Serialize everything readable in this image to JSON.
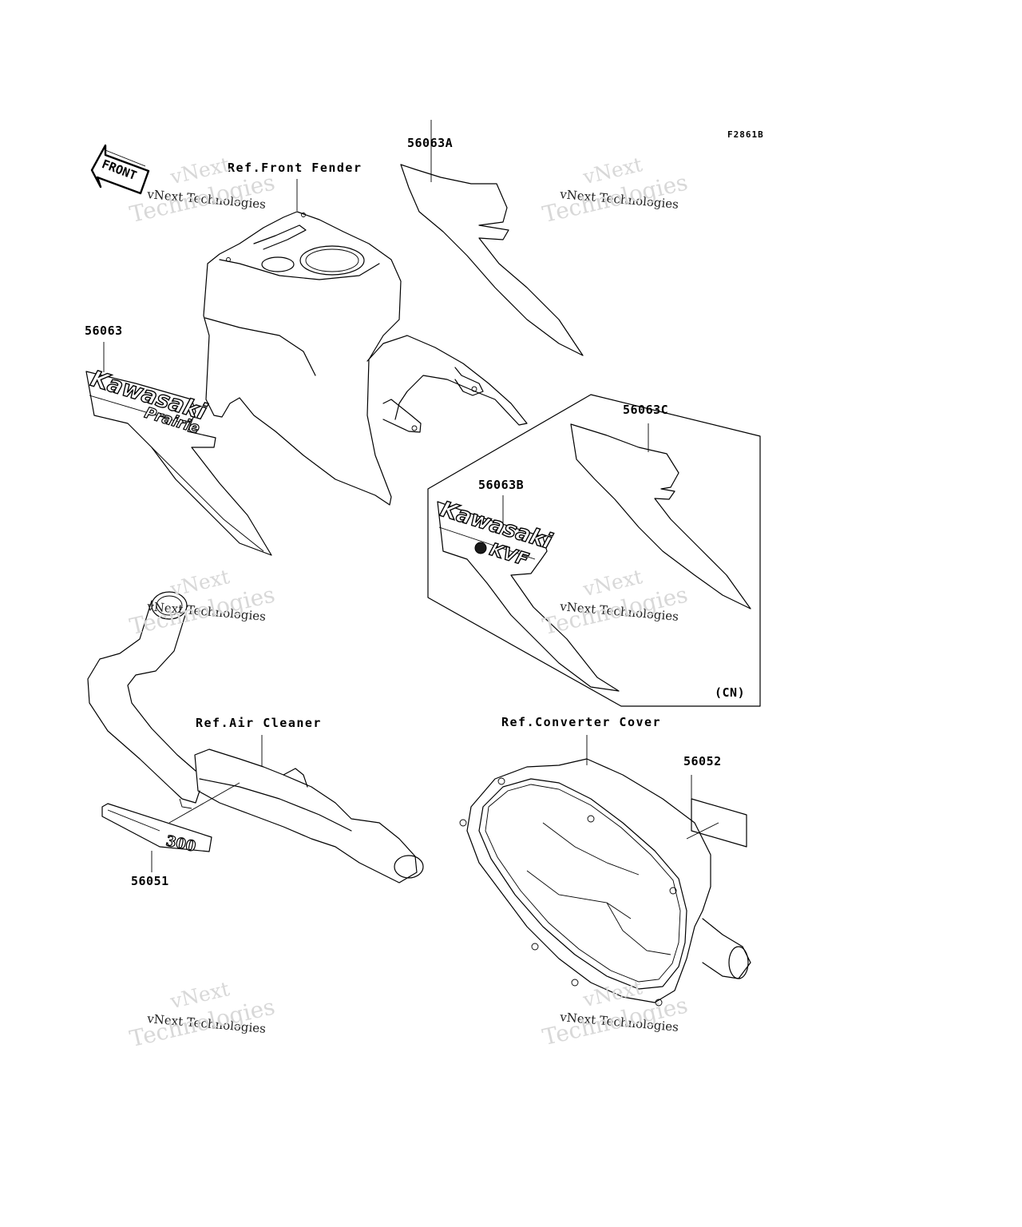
{
  "diagram": {
    "code": "F2861B",
    "front_arrow": "FRONT",
    "labels": {
      "ref_front_fender": "Ref.Front Fender",
      "ref_air_cleaner": "Ref.Air Cleaner",
      "ref_converter_cover": "Ref.Converter Cover",
      "part_56063": "56063",
      "part_56063A": "56063A",
      "part_56063B": "56063B",
      "part_56063C": "56063C",
      "part_56051": "56051",
      "part_56052": "56052",
      "region_cn": "(CN)"
    },
    "decals": {
      "prairie_brand": "Kawasaki",
      "prairie_model": "Prairie",
      "kvf_brand": "Kawasaki",
      "kvf_model": "KVF",
      "size_badge": "300"
    },
    "watermark": {
      "line1": "vNext",
      "line2": "vNext Technologies",
      "line3": "Technologies"
    }
  }
}
